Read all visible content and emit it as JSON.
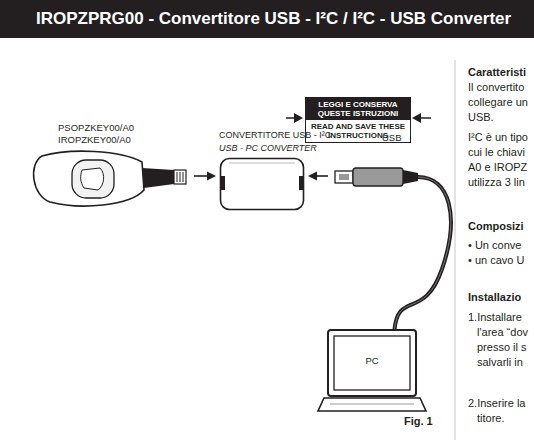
{
  "diagram": {
    "title": "IROPZPRG00 - Convertitore USB - I²C / I²C - USB Converter",
    "caption": "Fig. 1",
    "nodes": [
      {
        "text": [
          "LEGGI E CONSERVA QUESTE ISTRUZIONI",
          "READ AND SAVE THESE INSTRUCTIONS"
        ]
      },
      {
        "text": [
          "PSOPZKEY00/A0",
          "IROPZKEY00/A0"
        ]
      },
      {
        "text": [
          "CONVERTITORE USB - I²C",
          "USB - PC CONVERTER"
        ]
      },
      {
        "text": [
          "USB"
        ]
      },
      {
        "text": [
          "PC"
        ]
      }
    ],
    "edges": [
      {
        "from": 1,
        "to": 2,
        "arrow": "to"
      },
      {
        "from": 3,
        "to": 2,
        "arrow": "to"
      },
      {
        "from": 3,
        "to": 4,
        "arrow": "none"
      }
    ],
    "labels": [
      "Caratteristi",
      "Il convertito",
      "collegare un",
      "USB.",
      "I²C è un tipo",
      "cui le chiavi",
      "A0 e IROPZ",
      "utilizza 3 lin",
      "Composizi",
      "• Un conve",
      "• un cavo U",
      "Installazio",
      "1.Installare",
      "l'area “dov",
      "presso il s",
      "salvarli in",
      "2.Inserire la",
      "titore."
    ]
  }
}
